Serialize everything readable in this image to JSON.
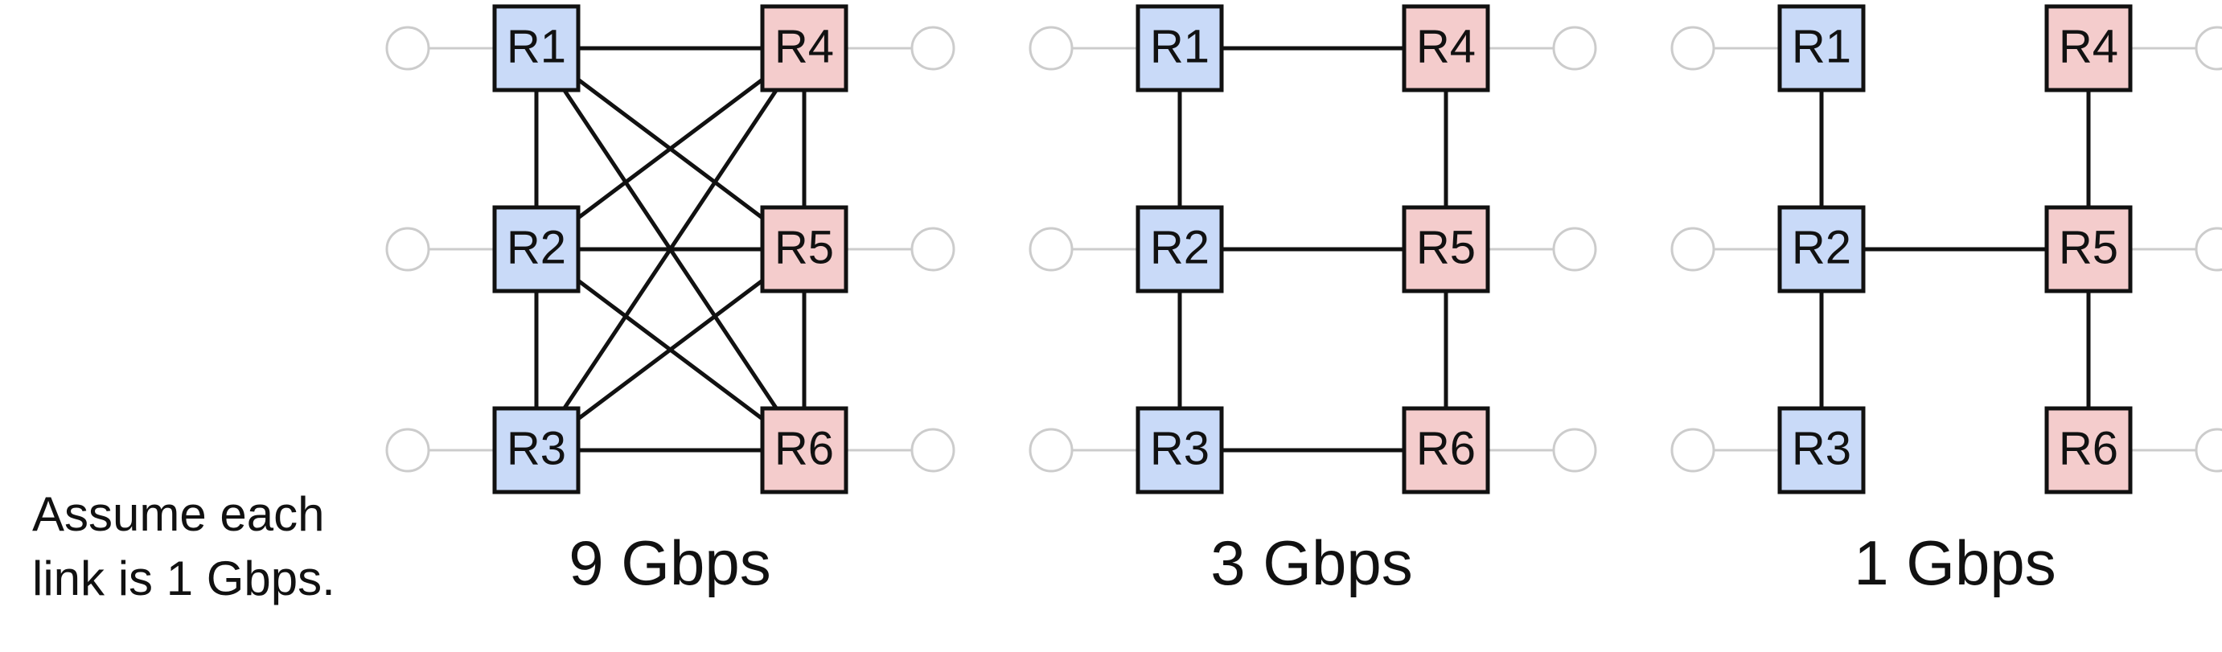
{
  "note": {
    "line1": "Assume each",
    "line2": "link is 1 Gbps."
  },
  "panels": [
    {
      "bandwidth_label": "9 Gbps",
      "routers": [
        "R1",
        "R2",
        "R3",
        "R4",
        "R5",
        "R6"
      ],
      "links": [
        [
          "R1",
          "R2"
        ],
        [
          "R2",
          "R3"
        ],
        [
          "R4",
          "R5"
        ],
        [
          "R5",
          "R6"
        ],
        [
          "R1",
          "R4"
        ],
        [
          "R1",
          "R5"
        ],
        [
          "R1",
          "R6"
        ],
        [
          "R2",
          "R4"
        ],
        [
          "R2",
          "R5"
        ],
        [
          "R2",
          "R6"
        ],
        [
          "R3",
          "R4"
        ],
        [
          "R3",
          "R5"
        ],
        [
          "R3",
          "R6"
        ]
      ]
    },
    {
      "bandwidth_label": "3 Gbps",
      "routers": [
        "R1",
        "R2",
        "R3",
        "R4",
        "R5",
        "R6"
      ],
      "links": [
        [
          "R1",
          "R2"
        ],
        [
          "R2",
          "R3"
        ],
        [
          "R4",
          "R5"
        ],
        [
          "R5",
          "R6"
        ],
        [
          "R1",
          "R4"
        ],
        [
          "R2",
          "R5"
        ],
        [
          "R3",
          "R6"
        ]
      ]
    },
    {
      "bandwidth_label": "1 Gbps",
      "routers": [
        "R1",
        "R2",
        "R3",
        "R4",
        "R5",
        "R6"
      ],
      "links": [
        [
          "R1",
          "R2"
        ],
        [
          "R2",
          "R3"
        ],
        [
          "R4",
          "R5"
        ],
        [
          "R5",
          "R6"
        ],
        [
          "R2",
          "R5"
        ]
      ]
    }
  ],
  "colors": {
    "left_router_fill": "#c9daf8",
    "right_router_fill": "#f4cccc",
    "router_stroke": "#111111",
    "link": "#111111",
    "host_stroke": "#cccccc",
    "text": "#111111"
  }
}
